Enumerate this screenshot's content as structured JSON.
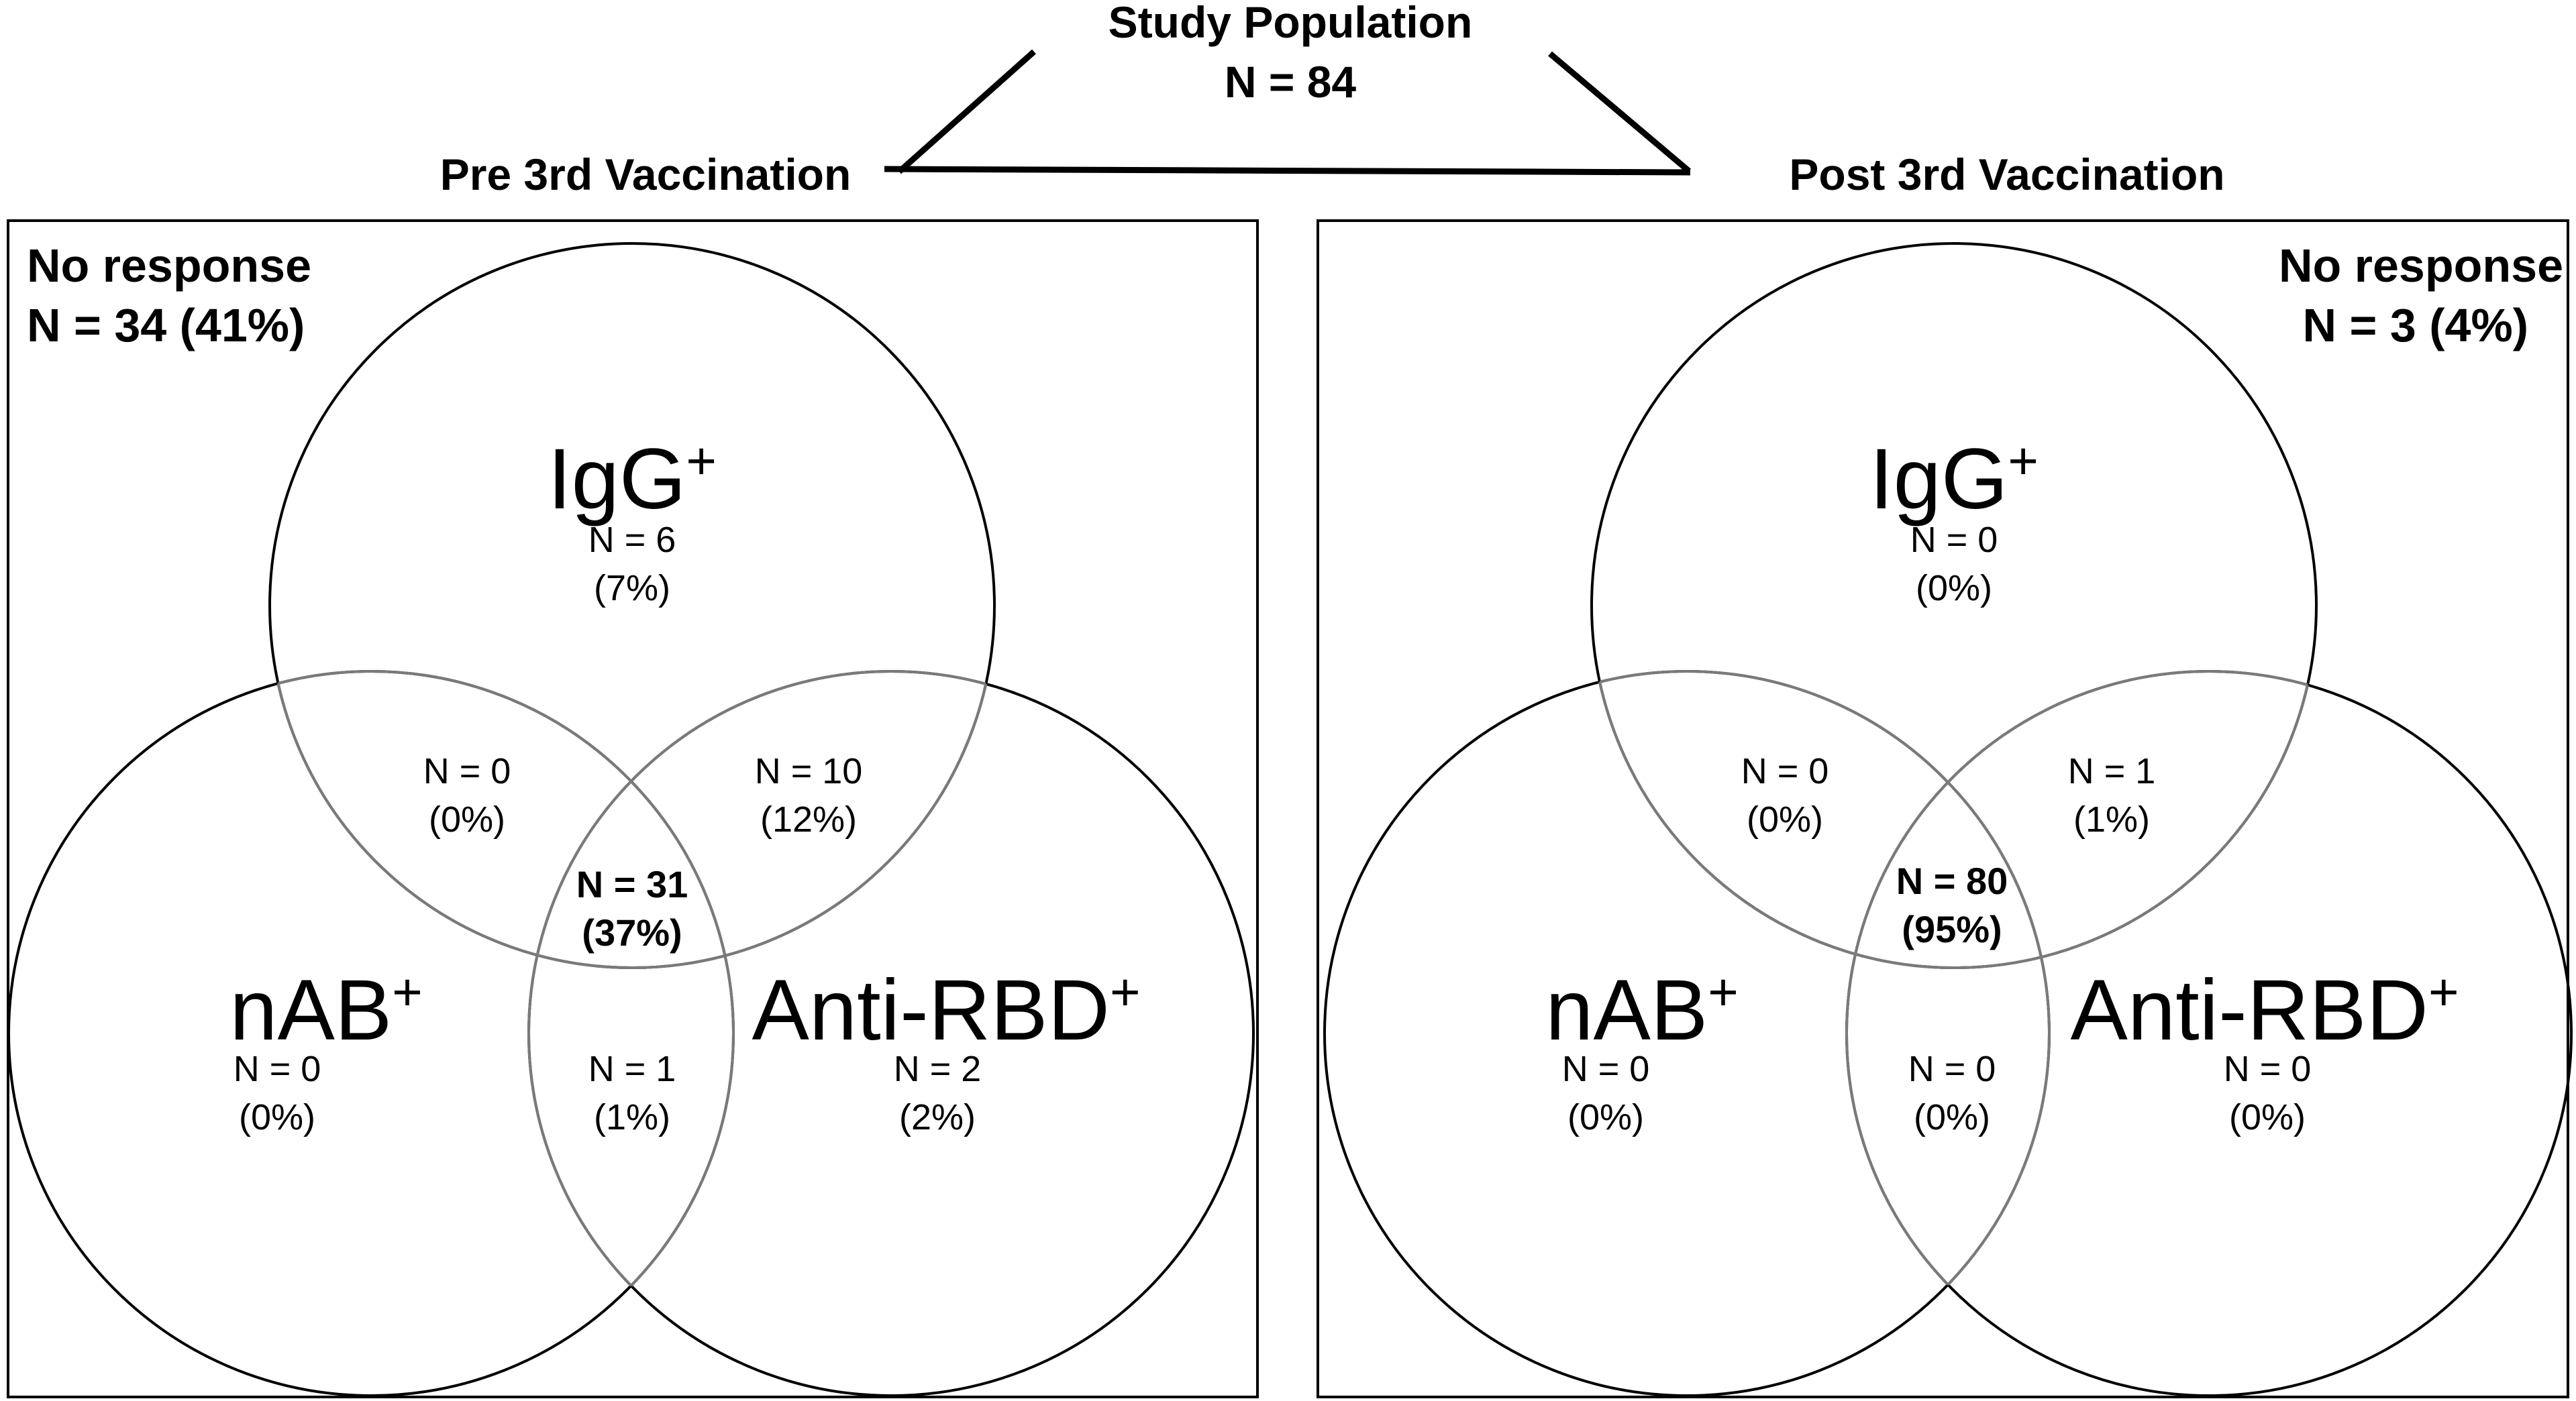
{
  "header": {
    "title": "Study Population",
    "total": "N = 84"
  },
  "colors": {
    "highlight": "#e8322a",
    "line": "#000000",
    "inner_arc": "#7a7a7a"
  },
  "panels": [
    {
      "title": "Pre 3rd Vaccination",
      "no_response": {
        "label": "No response",
        "value": "N = 34 (41%)"
      },
      "sets": {
        "igg": "IgG",
        "nab": "nAB",
        "rbd": "Anti-RBD",
        "sup": "+"
      },
      "regions": {
        "igg_only": {
          "n": "N = 6",
          "pct": "(7%)"
        },
        "igg_nab": {
          "n": "N = 0",
          "pct": "(0%)"
        },
        "igg_rbd": {
          "n": "N = 10",
          "pct": "(12%)"
        },
        "all_three": {
          "n": "N = 31",
          "pct": "(37%)"
        },
        "nab_only": {
          "n": "N = 0",
          "pct": "(0%)"
        },
        "nab_rbd": {
          "n": "N = 1",
          "pct": "(1%)"
        },
        "rbd_only": {
          "n": "N = 2",
          "pct": "(2%)"
        }
      }
    },
    {
      "title": "Post 3rd Vaccination",
      "no_response": {
        "label": "No response",
        "value": "N = 3 (4%)"
      },
      "sets": {
        "igg": "IgG",
        "nab": "nAB",
        "rbd": "Anti-RBD",
        "sup": "+"
      },
      "regions": {
        "igg_only": {
          "n": "N = 0",
          "pct": "(0%)"
        },
        "igg_nab": {
          "n": "N = 0",
          "pct": "(0%)"
        },
        "igg_rbd": {
          "n": "N = 1",
          "pct": "(1%)"
        },
        "all_three": {
          "n": "N = 80",
          "pct": "(95%)"
        },
        "nab_only": {
          "n": "N = 0",
          "pct": "(0%)"
        },
        "nab_rbd": {
          "n": "N = 0",
          "pct": "(0%)"
        },
        "rbd_only": {
          "n": "N = 0",
          "pct": "(0%)"
        }
      }
    }
  ]
}
